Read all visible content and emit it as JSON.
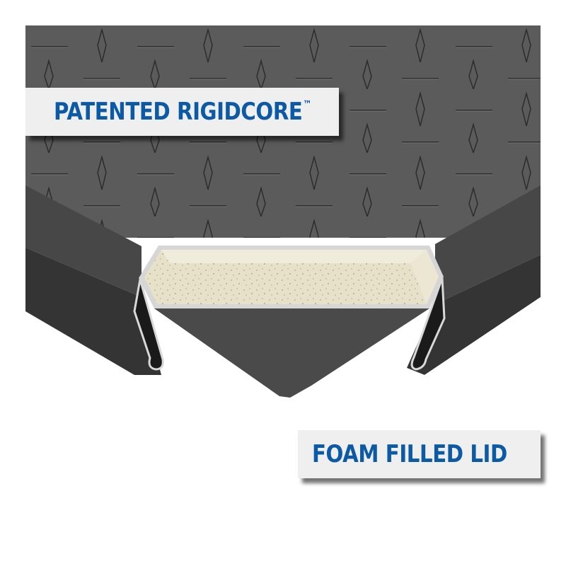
{
  "product_image": {
    "subject": "diamond-plate mat lid cutaway",
    "colors": {
      "background": "#ffffff",
      "mat_top": "#5a5a5a",
      "mat_side": "#3f3f3f",
      "mat_front": "#2f2f2f",
      "foam_core": "#e9e4cf",
      "shell_edge": "#d8d8d8",
      "label_bg": "#efefef",
      "label_text": "#0c5aa6"
    }
  },
  "labels": {
    "top": {
      "text": "PATENTED RIGIDCORE",
      "mark": "™"
    },
    "bottom": {
      "text": "FOAM FILLED LID"
    }
  }
}
